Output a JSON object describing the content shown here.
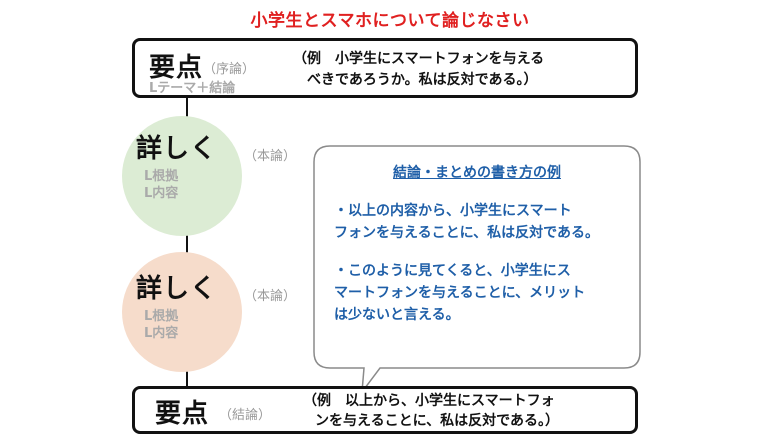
{
  "title": "小学生とスマホについて論じなさい",
  "top_box": {
    "heading": "要点",
    "note": "（序論）",
    "sub": "Lテーマ＋結論",
    "example_line1": "（例　小学生にスマートフォンを与える",
    "example_line2": "べきであろうか。私は反対である。）"
  },
  "circle1": {
    "heading": "詳しく",
    "note": "（本論）",
    "sub1": "L根拠",
    "sub2": "L内容",
    "color": "#dcecd4"
  },
  "circle2": {
    "heading": "詳しく",
    "note": "（本論）",
    "sub1": "L根拠",
    "sub2": "L内容",
    "color": "#f6dccb"
  },
  "bubble": {
    "title": "結論・まとめの書き方の例",
    "item1_line1": "・以上の内容から、小学生にスマート",
    "item1_line2": "フォンを与えることに、私は反対である。",
    "item2_line1": "・このように見てくると、小学生にス",
    "item2_line2": "マートフォンを与えることに、メリット",
    "item2_line3": "は少ないと言える。",
    "text_color": "#1f5fa8"
  },
  "bottom_box": {
    "heading": "要点",
    "note": "（結論）",
    "example_line1": "（例　以上から、小学生にスマートフォ",
    "example_line2": "ンを与えることに、私は反対である。）"
  }
}
